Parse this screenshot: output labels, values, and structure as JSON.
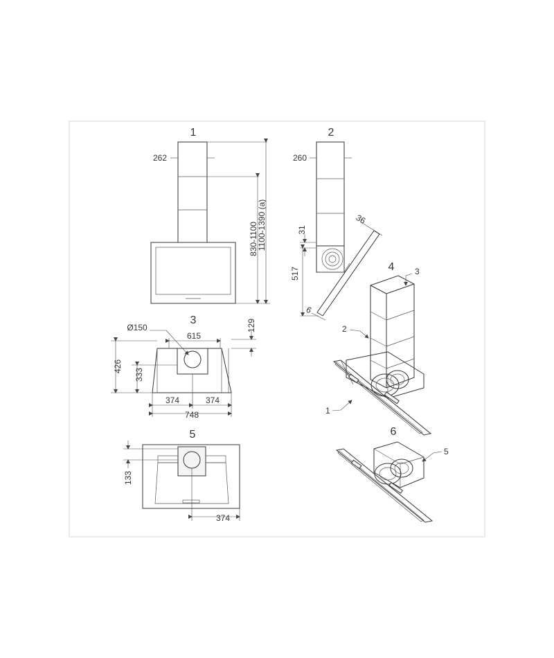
{
  "views": {
    "v1": {
      "label": "1"
    },
    "v2": {
      "label": "2"
    },
    "v3": {
      "label": "3"
    },
    "v4": {
      "label": "4"
    },
    "v5": {
      "label": "5"
    },
    "v6": {
      "label": "6"
    }
  },
  "dimensions": {
    "d262": "262",
    "d830_1100": "830-1100",
    "d1100_1390": "1100-1390 (a)",
    "d260": "260",
    "d36": "36",
    "d31": "31",
    "d517": "517",
    "d6": "6",
    "d150": "Ø150",
    "d615": "615",
    "d129": "129",
    "d426": "426",
    "d333": "333",
    "d374a": "374",
    "d374b": "374",
    "d748": "748",
    "d133": "133",
    "d374c": "374"
  },
  "callouts": {
    "c1": "1",
    "c2": "2",
    "c3": "3",
    "c5": "5"
  }
}
